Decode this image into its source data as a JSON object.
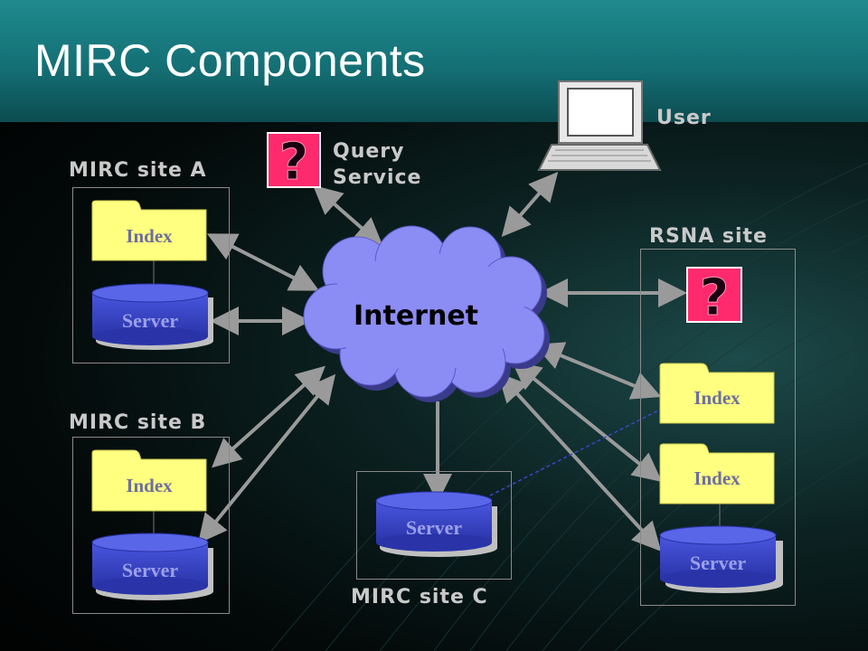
{
  "title": "MIRC Components",
  "labels": {
    "user": "User",
    "query_service_line1": "Query",
    "query_service_line2": "Service",
    "site_a": "MIRC site A",
    "site_b": "MIRC site B",
    "site_c": "MIRC site C",
    "rsna": "RSNA site",
    "internet": "Internet"
  },
  "components": {
    "index": "Index",
    "server": "Server",
    "question_mark": "?"
  },
  "colors": {
    "banner": "#147075",
    "folder": "#ffff80",
    "server": "#3b46c8",
    "cloud": "#8c8cf5",
    "query_box": "#ff2a6e",
    "arrow": "#9a9a9a"
  }
}
